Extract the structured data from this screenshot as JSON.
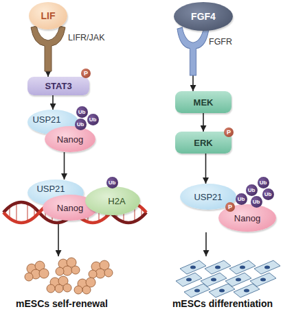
{
  "diagram": {
    "nodes": [
      {
        "text": [
          "LIF"
        ]
      },
      {
        "text": [
          "LIFR/JAK"
        ]
      },
      {
        "text": [
          "STAT3"
        ]
      },
      {
        "text": [
          "USP21"
        ]
      },
      {
        "text": [
          "Nanog"
        ]
      },
      {
        "text": [
          "USP21"
        ]
      },
      {
        "text": [
          "Nanog"
        ]
      },
      {
        "text": [
          "H2A"
        ]
      },
      {
        "text": [
          "FGF4"
        ]
      },
      {
        "text": [
          "FGFR"
        ]
      },
      {
        "text": [
          "MEK"
        ]
      },
      {
        "text": [
          "ERK"
        ]
      },
      {
        "text": [
          "USP21"
        ]
      },
      {
        "text": [
          "Nanog"
        ]
      }
    ],
    "edges": [
      {
        "from": 1,
        "to": 2,
        "arrow": "to"
      },
      {
        "from": 2,
        "to": 3,
        "arrow": "to"
      },
      {
        "from": 4,
        "to": 5,
        "arrow": "to"
      },
      {
        "from": 9,
        "to": 10,
        "arrow": "to"
      },
      {
        "from": 10,
        "to": 11,
        "arrow": "to"
      },
      {
        "from": 11,
        "to": 12,
        "arrow": "to"
      }
    ],
    "labels": [
      "P",
      "Ub",
      "Ub",
      "Ub",
      "Ub",
      "P",
      "P",
      "Ub",
      "Ub",
      "Ub",
      "Ub",
      "Ub",
      "mESCs self-renewal",
      "mESCs differentiation"
    ]
  }
}
